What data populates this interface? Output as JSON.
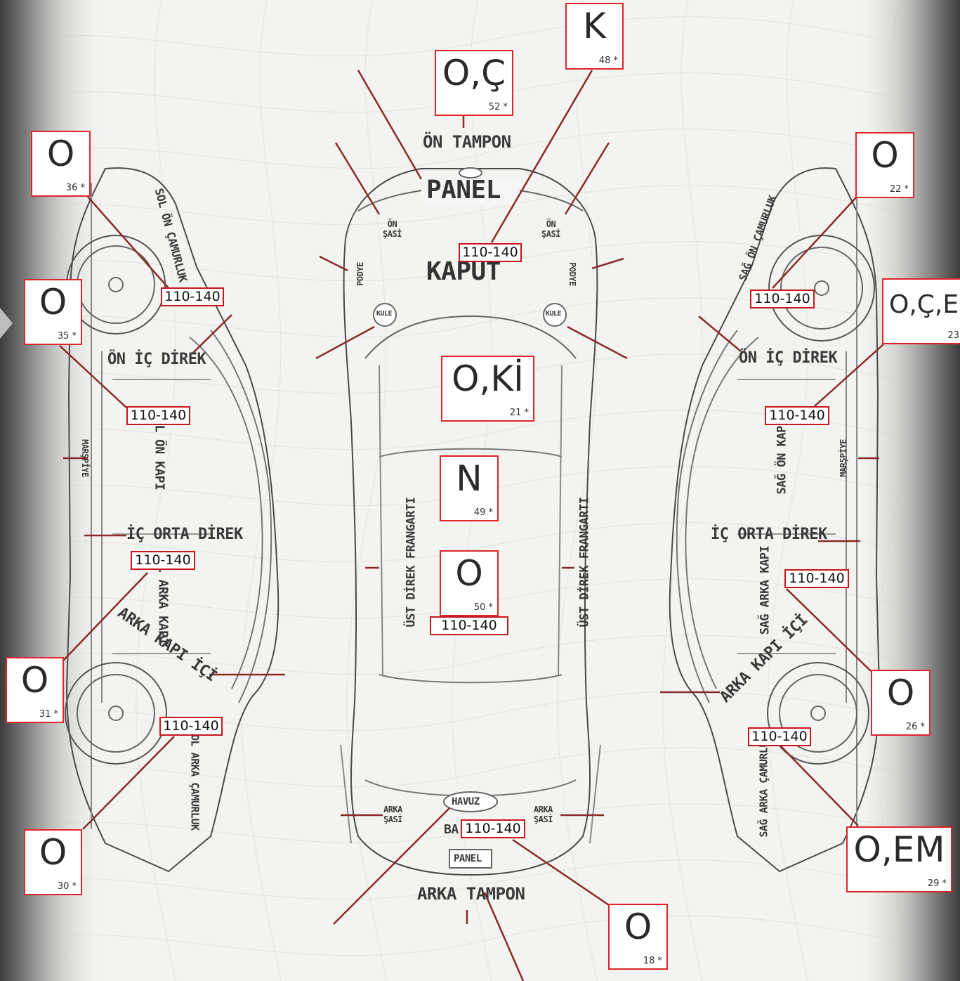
{
  "top": {
    "on_tampon": "ÖN TAMPON",
    "panel": "PANEL",
    "kaput": "KAPUT",
    "on_sasi": "ÖN\nŞASİ",
    "podye": "PODYE",
    "kule": "KULE",
    "ust_direk": "ÜST DİREK",
    "frangarti": "FRANGARTI",
    "havuz": "HAVUZ",
    "arka_sasi": "ARKA\nŞASİ",
    "panel_rear": "PANEL",
    "arka_tampon": "ARKA TAMPON",
    "bagaj_partial": "BA"
  },
  "left": {
    "sol_on_camurluk": "SOL ÖN ÇAMURLUK",
    "on_ic_direk": "ÖN İÇ DİREK",
    "sol_on_kapi": "SOL ÖN KAPI",
    "marspiye": "MARŞPİYE",
    "ic_orta_direk": "İÇ ORTA DİREK",
    "sol_arka_kapi": "SOL ARKA KAPI",
    "arka_kapi_ici": "ARKA KAPI İÇİ",
    "sol_arka_camurluk": "SOL ARKA ÇAMURLUK"
  },
  "right": {
    "sag_on_camurluk": "SAĞ ÖN ÇAMURLUK",
    "on_ic_direk": "ÖN İÇ DİREK",
    "sag_on_kapi": "SAĞ ÖN KAPI",
    "marspiye": "MARŞPİYE",
    "ic_orta_direk": "İÇ ORTA DİREK",
    "sag_arka_kapi": "SAĞ ARKA KAPI",
    "arka_kapi_ici": "ARKA KAPI İÇİ",
    "sag_arka_camurluk": "SAĞ ARKA ÇAMURLUK"
  },
  "codes": {
    "on_tampon": {
      "code": "O,Ç",
      "num": "52 *"
    },
    "kaput": {
      "code": "K",
      "num": "48 *"
    },
    "tavan_on": {
      "code": "O,Kİ",
      "num": "21 *"
    },
    "tavan_orta": {
      "code": "N",
      "num": "49 *"
    },
    "tavan_arka": {
      "code": "O",
      "num": "50 *"
    },
    "arka_tampon": {
      "code": "O",
      "num": "18 *"
    },
    "sol_on_camurluk": {
      "code": "O",
      "num": "36 *"
    },
    "sol_on_kapi": {
      "code": "O",
      "num": "35 *"
    },
    "sol_arka_kapi": {
      "code": "O",
      "num": "31 *"
    },
    "sol_arka_camurluk": {
      "code": "O",
      "num": "30 *"
    },
    "sag_on_camurluk": {
      "code": "O",
      "num": "22 *"
    },
    "sag_on_kapi": {
      "code": "O,Ç,EM",
      "num": "23"
    },
    "sag_arka_kapi": {
      "code": "O",
      "num": "26 *"
    },
    "sag_arka_camurluk": {
      "code": "O,EM",
      "num": "29 *"
    }
  },
  "ranges": {
    "kaput": "110-140",
    "tavan": "110-140",
    "arka": "110-140",
    "sol_on_camurluk": "110-140",
    "sol_on_kapi": "110-140",
    "sol_arka_kapi": "110-140",
    "sol_arka_camurluk": "110-140",
    "sag_on_camurluk": "110-140",
    "sag_on_kapi": "110-140",
    "sag_arka_kapi": "110-140",
    "sag_arka_camurluk": "110-140"
  }
}
